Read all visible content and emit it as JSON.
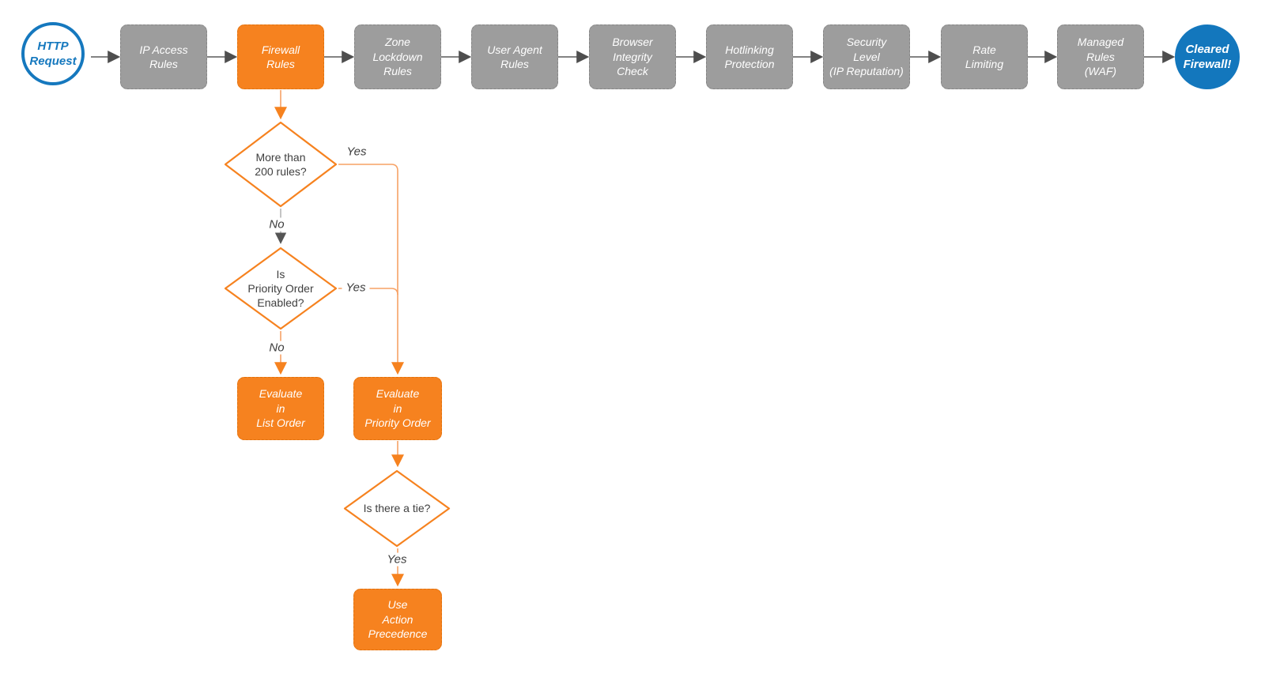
{
  "flow": {
    "start": {
      "label": "HTTP\nRequest"
    },
    "steps": [
      {
        "label": "IP Access\nRules"
      },
      {
        "label": "Firewall\nRules",
        "highlighted": true
      },
      {
        "label": "Zone\nLockdown\nRules"
      },
      {
        "label": "User Agent\nRules"
      },
      {
        "label": "Browser\nIntegrity\nCheck"
      },
      {
        "label": "Hotlinking\nProtection"
      },
      {
        "label": "Security\nLevel\n(IP Reputation)"
      },
      {
        "label": "Rate\nLimiting"
      },
      {
        "label": "Managed\nRules\n(WAF)"
      }
    ],
    "end": {
      "label": "Cleared\nFirewall!"
    },
    "decisions": [
      {
        "label": "More than\n200 rules?",
        "yes_label": "Yes",
        "no_label": "No"
      },
      {
        "label": "Is\nPriority Order\nEnabled?",
        "yes_label": "Yes",
        "no_label": "No"
      },
      {
        "label": "Is there a tie?",
        "yes_label": "Yes"
      }
    ],
    "actions": [
      {
        "label": "Evaluate\nin\nList Order"
      },
      {
        "label": "Evaluate\nin\nPriority Order"
      },
      {
        "label": "Use\nAction\nPrecedence"
      }
    ]
  },
  "colors": {
    "accent_orange": "#F6821F",
    "connector_orange": "#F7A265",
    "accent_blue": "#1578BE",
    "end_circle_blue": "#1377BD",
    "step_gray": "#9D9D9D",
    "connector_dark": "#5A5A5A",
    "text_dark": "#3F3F3F",
    "node_text": "#FFFFFF"
  }
}
